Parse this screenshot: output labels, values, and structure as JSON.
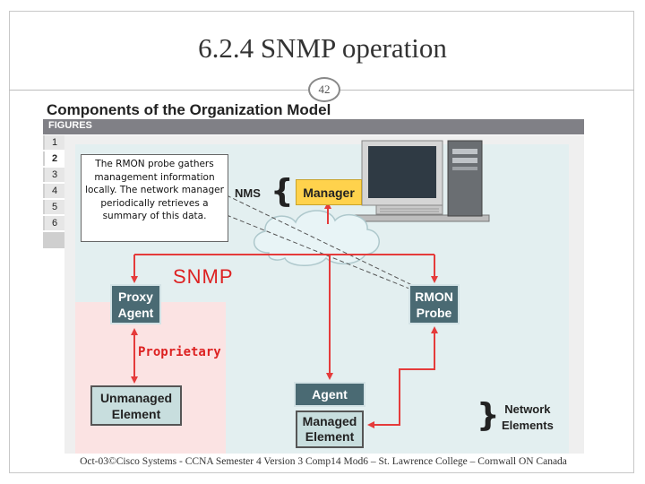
{
  "slide": {
    "title": "6.2.4  SNMP operation",
    "page_number": "42",
    "footer": "Oct-03©Cisco Systems - CCNA Semester 4 Version 3 Comp14 Mod6 – St. Lawrence College – Cornwall ON Canada"
  },
  "figure": {
    "title": "Components of the Organization Model",
    "header": "FIGURES",
    "tabs": [
      "1",
      "2",
      "3",
      "4",
      "5",
      "6"
    ],
    "active_tab": "2"
  },
  "diagram": {
    "callout_text": "The RMON probe gathers management information locally. The network manager periodically retrieves a summary of this data.",
    "nms_label": "NMS",
    "brace_symbol": "{",
    "manager_label": "Manager",
    "snmp_label": "SNMP",
    "proxy_line1": "Proxy",
    "proxy_line2": "Agent",
    "rmon_line1": "RMON",
    "rmon_line2": "Probe",
    "proprietary_label": "Proprietary",
    "unmanaged_line1": "Unmanaged",
    "unmanaged_line2": "Element",
    "agent_label": "Agent",
    "managed_line1": "Managed",
    "managed_line2": "Element",
    "close_brace": "}",
    "network_line1": "Network",
    "network_line2": "Elements"
  },
  "colors": {
    "arrow": "#e53b3b",
    "box_dark": "#4a6a73",
    "manager_fill": "#ffd24c",
    "diagram_bg": "#e3eff0",
    "proprietary_bg": "#fbe3e3"
  }
}
